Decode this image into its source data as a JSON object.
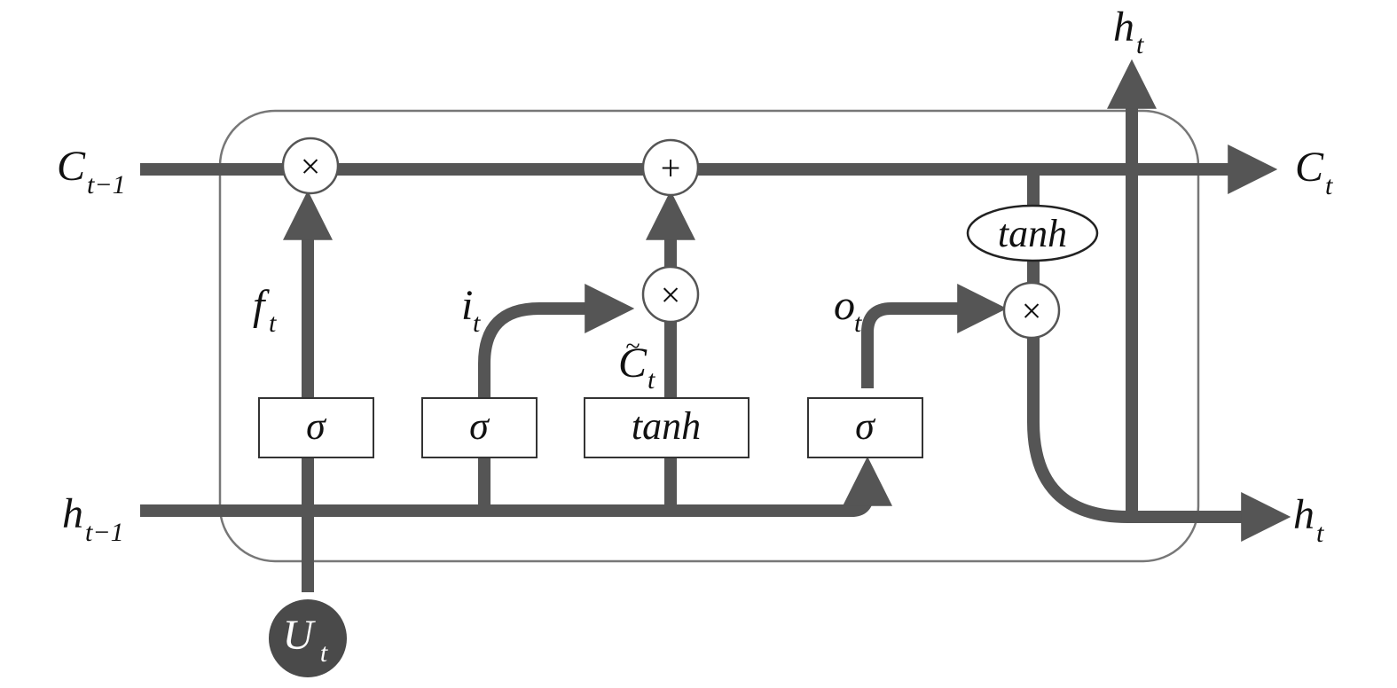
{
  "labels": {
    "c_prev": {
      "main": "C",
      "sub": "t−1"
    },
    "c_next": {
      "main": "C",
      "sub": "t"
    },
    "h_prev": {
      "main": "h",
      "sub": "t−1"
    },
    "h_next": {
      "main": "h",
      "sub": "t"
    },
    "h_top": {
      "main": "h",
      "sub": "t"
    },
    "forget": {
      "main": "f",
      "sub": "t"
    },
    "input": {
      "main": "i",
      "sub": "t"
    },
    "candidate": {
      "main": "C",
      "sub": "t",
      "accent": "~"
    },
    "output": {
      "main": "o",
      "sub": "t"
    },
    "input_node": {
      "main": "U",
      "sub": "t"
    }
  },
  "gates": {
    "forget": "σ",
    "input": "σ",
    "candidate": "tanh",
    "output": "σ"
  },
  "cell_tanh": "tanh",
  "ops": {
    "forget_mult": "×",
    "add": "+",
    "input_mult": "×",
    "output_mult": "×"
  },
  "colors": {
    "flow": "#555555",
    "cell_border": "#777777",
    "node_fill": "#4a4a4a"
  }
}
